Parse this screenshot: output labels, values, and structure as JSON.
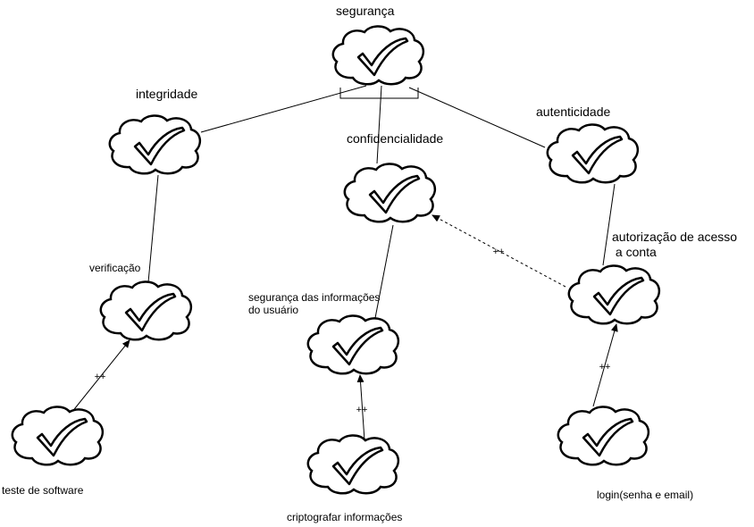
{
  "nodes": {
    "seguranca": {
      "label": "segurança",
      "icon": "checkmark-cloud-icon"
    },
    "integridade": {
      "label": "integridade",
      "icon": "checkmark-cloud-icon"
    },
    "confidencialidade": {
      "label": "confidencialidade",
      "icon": "checkmark-cloud-icon"
    },
    "autenticidade": {
      "label": "autenticidade",
      "icon": "checkmark-cloud-icon"
    },
    "verificacao": {
      "label": "verificação",
      "icon": "checkmark-cloud-icon"
    },
    "seguranca_info": {
      "label": "segurança das informações\ndo usuário",
      "icon": "checkmark-cloud-icon"
    },
    "autorizacao": {
      "label": "autorização de acesso\n a conta",
      "icon": "checkmark-cloud-icon"
    },
    "teste": {
      "label": "teste de software",
      "icon": "checkmark-cloud-icon"
    },
    "criptografar": {
      "label": "criptografar informações",
      "icon": "checkmark-cloud-icon"
    },
    "login": {
      "label": "login(senha e email)",
      "icon": "checkmark-cloud-icon"
    }
  },
  "edges": [
    {
      "from": "seguranca",
      "to": "integridade",
      "style": "solid",
      "label": ""
    },
    {
      "from": "seguranca",
      "to": "confidencialidade",
      "style": "solid",
      "label": ""
    },
    {
      "from": "seguranca",
      "to": "autenticidade",
      "style": "solid",
      "label": ""
    },
    {
      "from": "integridade",
      "to": "verificacao",
      "style": "solid",
      "label": ""
    },
    {
      "from": "confidencialidade",
      "to": "seguranca_info",
      "style": "solid",
      "label": ""
    },
    {
      "from": "autenticidade",
      "to": "autorizacao",
      "style": "solid",
      "label": ""
    },
    {
      "from": "autorizacao",
      "to": "confidencialidade",
      "style": "dashed-arrow",
      "label": "++"
    },
    {
      "from": "teste",
      "to": "verificacao",
      "style": "arrow",
      "label": "++"
    },
    {
      "from": "criptografar",
      "to": "seguranca_info",
      "style": "arrow",
      "label": "++"
    },
    {
      "from": "login",
      "to": "autorizacao",
      "style": "arrow",
      "label": "++"
    }
  ],
  "colors": {
    "stroke": "#000000",
    "fill": "#ffffff",
    "background": "#ffffff"
  }
}
